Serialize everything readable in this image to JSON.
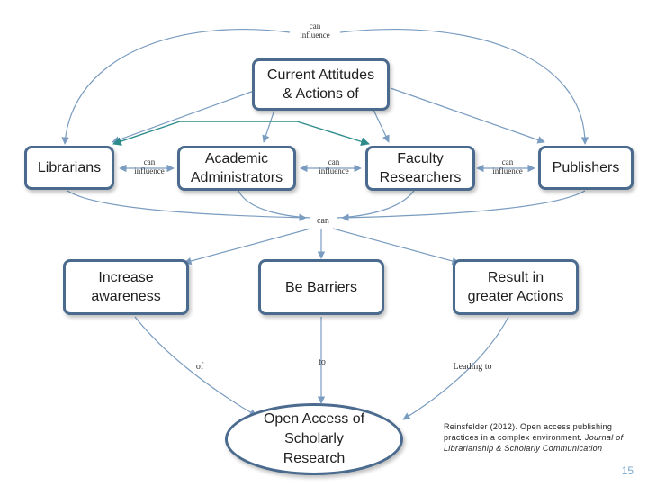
{
  "nodes": {
    "current": "Current Attitudes\n& Actions of",
    "librarians": "Librarians",
    "administrators": "Academic\nAdministrators",
    "faculty": "Faculty\nResearchers",
    "publishers": "Publishers",
    "increase": "Increase\nawareness",
    "barriers": "Be Barriers",
    "result": "Result in\ngreater Actions",
    "open_access": "Open Access of\nScholarly\nResearch"
  },
  "labels": {
    "top": "can\ninfluence",
    "lib_adm": "can\ninfluence",
    "adm_fac": "can\ninfluence",
    "fac_pub": "can\ninfluence",
    "can": "can",
    "of": "of",
    "to": "to",
    "leading": "Leading to"
  },
  "citation": {
    "text": "Reinsfelder (2012). Open access publishing practices in a complex environment.",
    "journal": "Journal of Librarianship & Scholarly Communication"
  },
  "page_number": "15",
  "colors": {
    "box_border": "#4a6a8e",
    "arrow": "#7a9cc0",
    "teal": "#2e8b8b"
  }
}
